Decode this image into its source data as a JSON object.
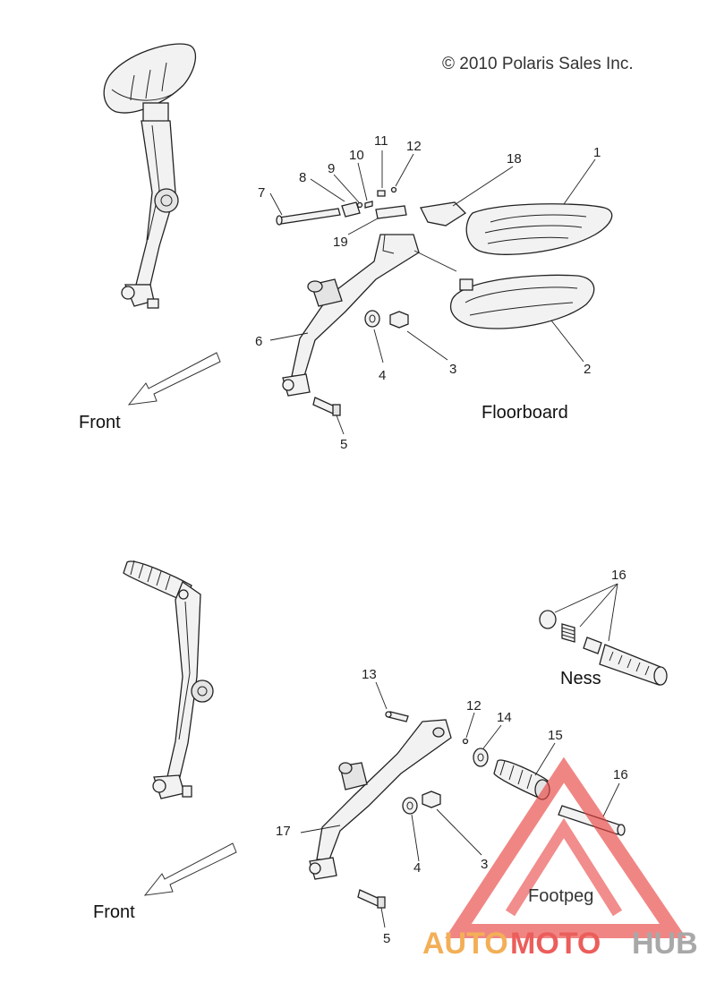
{
  "copyright": "© 2010 Polaris Sales Inc.",
  "sections": {
    "floorboard": "Floorboard",
    "ness": "Ness",
    "footpeg": "Footpeg",
    "front_top": "Front",
    "front_bottom": "Front"
  },
  "callouts": {
    "top": [
      "1",
      "2",
      "3",
      "4",
      "5",
      "6",
      "7",
      "8",
      "9",
      "10",
      "11",
      "12",
      "18",
      "19"
    ],
    "bottom": [
      "3",
      "4",
      "5",
      "12",
      "13",
      "14",
      "15",
      "16",
      "16",
      "17"
    ]
  },
  "watermark": {
    "part1": "AUTO",
    "part2": "MOTO",
    "part3": "HUB",
    "colors": {
      "red": "#e8423f",
      "orange": "#f2a23a",
      "gray": "#9a9a9a"
    }
  }
}
